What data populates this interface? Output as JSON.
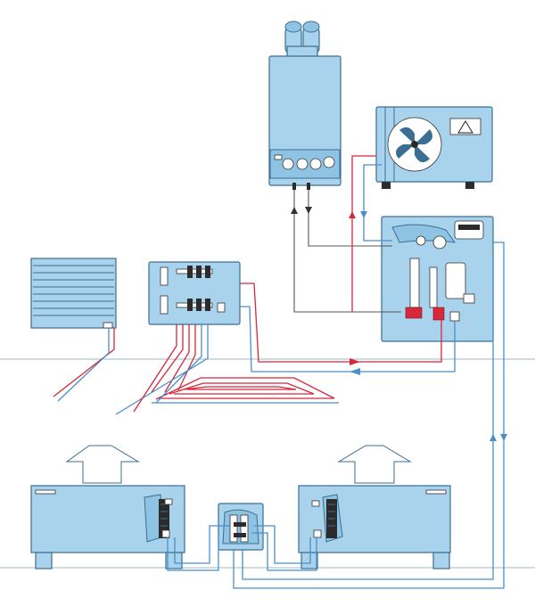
{
  "diagram": {
    "colors": {
      "unit_fill": "#a9d3ec",
      "unit_stroke": "#3a6f93",
      "hot_pipe": "#d8263a",
      "cold_pipe": "#4a8fc9",
      "neutral_pipe": "#555555"
    },
    "components": [
      "wall-boiler",
      "heat-pump-outdoor-unit",
      "hydraulic-module",
      "wall-radiator",
      "floor-heating-manifold",
      "underfloor-heating-loop",
      "fan-coil-left",
      "fan-coil-right",
      "fan-coil-distribution-box"
    ],
    "icons": [
      "fan-icon",
      "warning-icon",
      "flue-icon",
      "air-flow-arrow-icon"
    ]
  }
}
